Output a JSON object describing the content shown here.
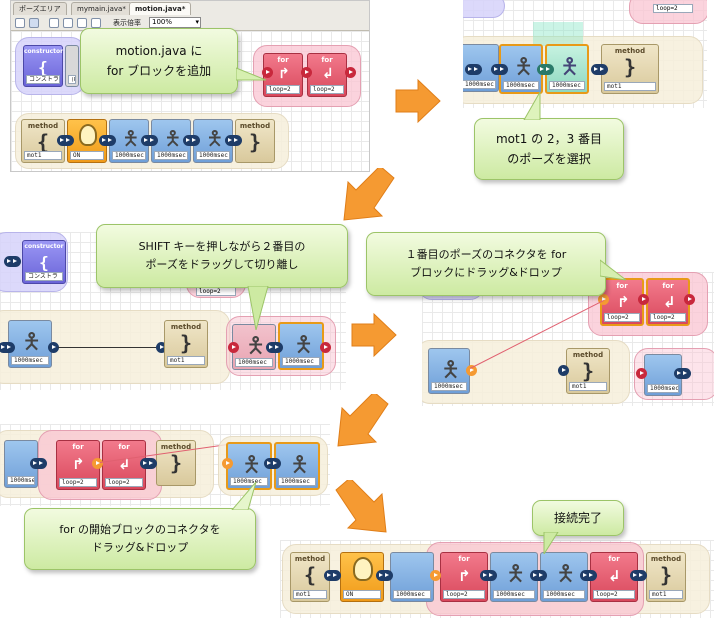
{
  "ui": {
    "tabs": [
      "ポーズエリア",
      "mymain.java*",
      "motion.java*"
    ],
    "zoom_label": "表示倍率",
    "zoom_value": "100%"
  },
  "callouts": {
    "c1": [
      "motion.java に",
      "for ブロックを追加"
    ],
    "c2": [
      "mot1 の 2，3 番目",
      "のポーズを選択"
    ],
    "c3": [
      "SHIFT キーを押しながら２番目の",
      "ポーズをドラッグして切り離し"
    ],
    "c4": [
      "１番目のポーズのコネクタを for",
      "ブロックにドラッグ&ドロップ"
    ],
    "c5": [
      "for の開始ブロックのコネクタを",
      "ドラッグ&ドロップ"
    ],
    "c6": [
      "接続完了"
    ]
  },
  "labels": {
    "constructor": "constructor",
    "constructor_jp": "コンストラ",
    "robo": "(Robo",
    "method": "method",
    "for": "for",
    "mot1": "mot1",
    "on": "ON",
    "loop2": "loop=2",
    "msec": "1000msec"
  },
  "colors": {
    "pose": "#8ab6e6",
    "method": "#e6d9b0",
    "for": "#e8606f",
    "bulb": "#f8ae30",
    "constructor": "#8480ee",
    "callout": "#d8f0b8",
    "arrow": "#f59a32"
  }
}
